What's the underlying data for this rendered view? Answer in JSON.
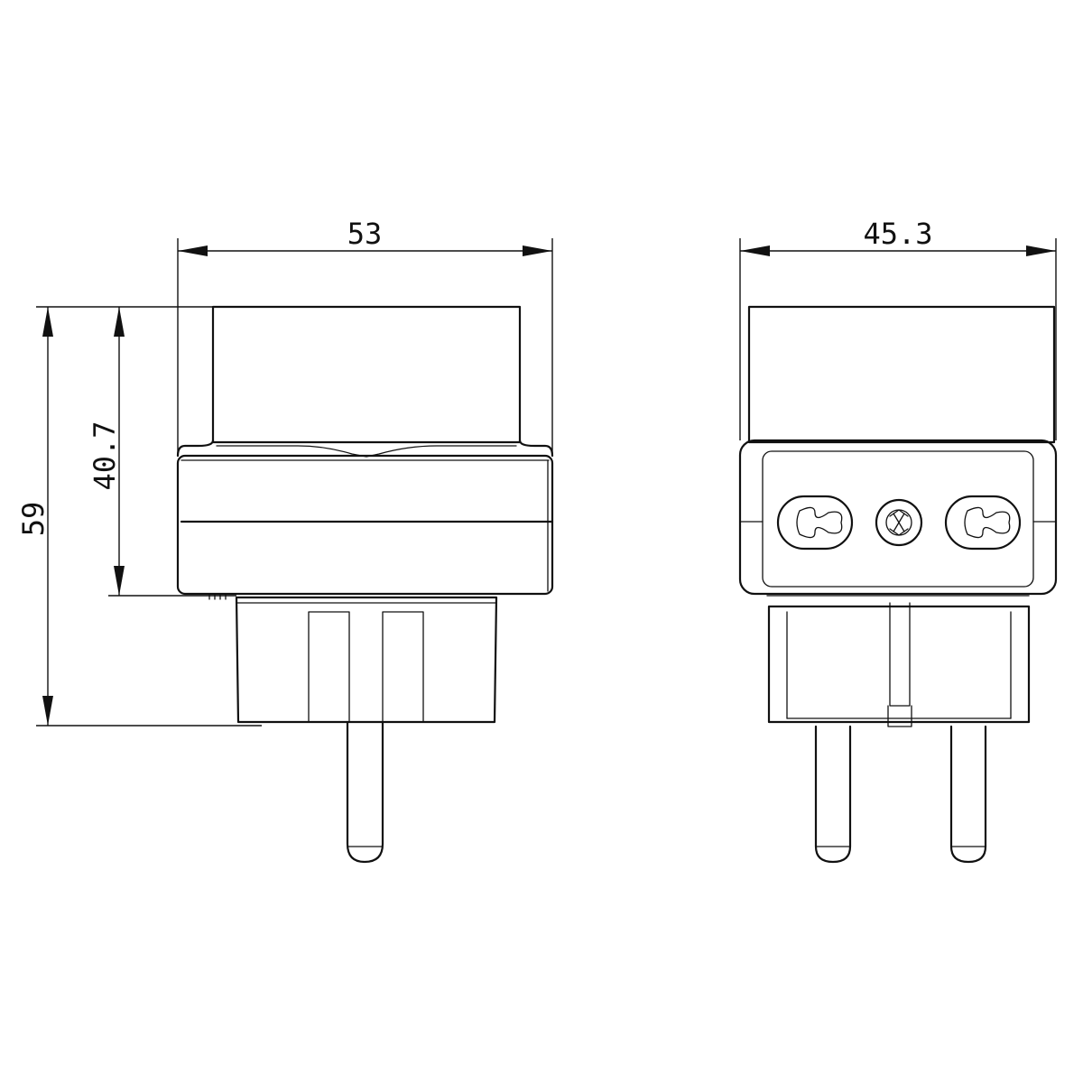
{
  "colors": {
    "line": "#111111",
    "background": "#ffffff"
  },
  "dimensions": {
    "side_width": "53",
    "front_width": "45.3",
    "overall_height": "59",
    "body_height": "40.7"
  }
}
